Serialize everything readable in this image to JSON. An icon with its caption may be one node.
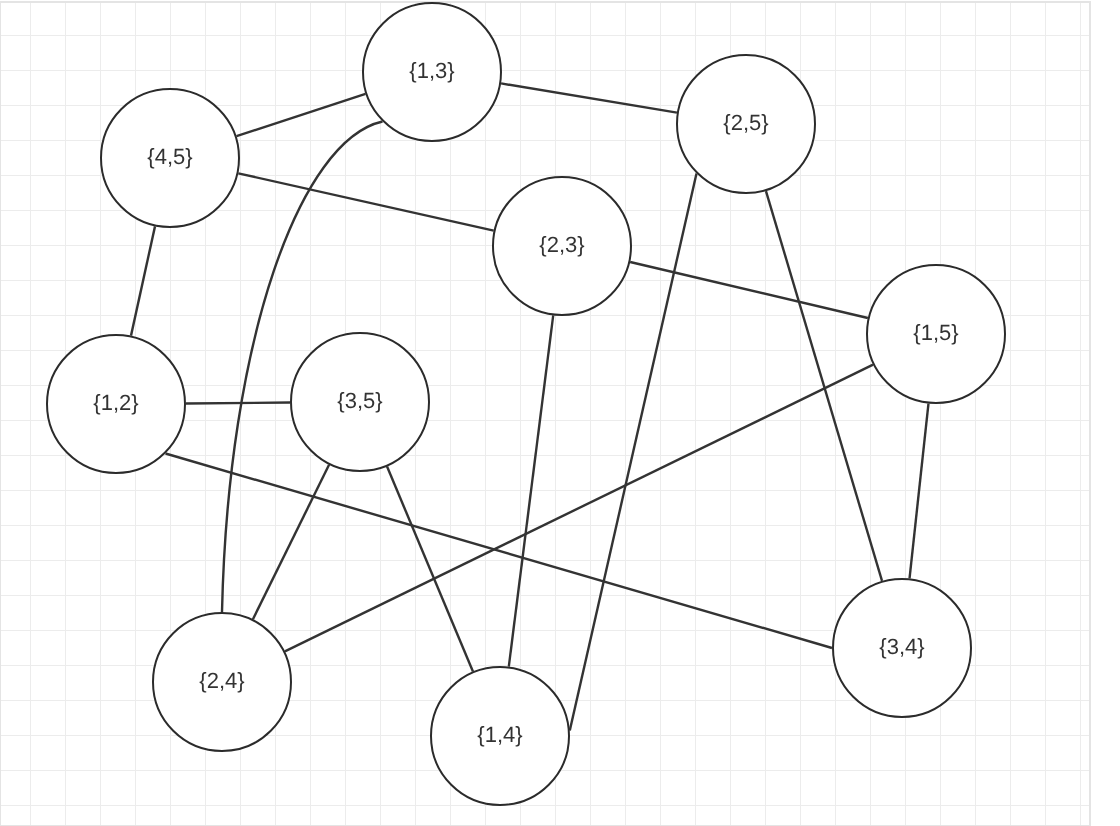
{
  "diagram": {
    "nodes": [
      {
        "text": [
          "{1,3}"
        ]
      },
      {
        "text": [
          "{4,5}"
        ]
      },
      {
        "text": [
          "{2,5}"
        ]
      },
      {
        "text": [
          "{2,3}"
        ]
      },
      {
        "text": [
          "{1,5}"
        ]
      },
      {
        "text": [
          "{1,2}"
        ]
      },
      {
        "text": [
          "{3,5}"
        ]
      },
      {
        "text": [
          "{2,4}"
        ]
      },
      {
        "text": [
          "{1,4}"
        ]
      },
      {
        "text": [
          "{3,4}"
        ]
      }
    ],
    "edges": [
      {
        "from": 0,
        "to": 1,
        "arrow": "none"
      },
      {
        "from": 0,
        "to": 2,
        "arrow": "none"
      },
      {
        "from": 0,
        "to": 7,
        "arrow": "none"
      },
      {
        "from": 1,
        "to": 3,
        "arrow": "none"
      },
      {
        "from": 1,
        "to": 5,
        "arrow": "none"
      },
      {
        "from": 2,
        "to": 8,
        "arrow": "none"
      },
      {
        "from": 2,
        "to": 9,
        "arrow": "none"
      },
      {
        "from": 3,
        "to": 4,
        "arrow": "none"
      },
      {
        "from": 3,
        "to": 8,
        "arrow": "none"
      },
      {
        "from": 4,
        "to": 7,
        "arrow": "none"
      },
      {
        "from": 4,
        "to": 9,
        "arrow": "none"
      },
      {
        "from": 5,
        "to": 6,
        "arrow": "none"
      },
      {
        "from": 5,
        "to": 9,
        "arrow": "none"
      },
      {
        "from": 6,
        "to": 7,
        "arrow": "none"
      },
      {
        "from": 6,
        "to": 8,
        "arrow": "none"
      }
    ]
  }
}
